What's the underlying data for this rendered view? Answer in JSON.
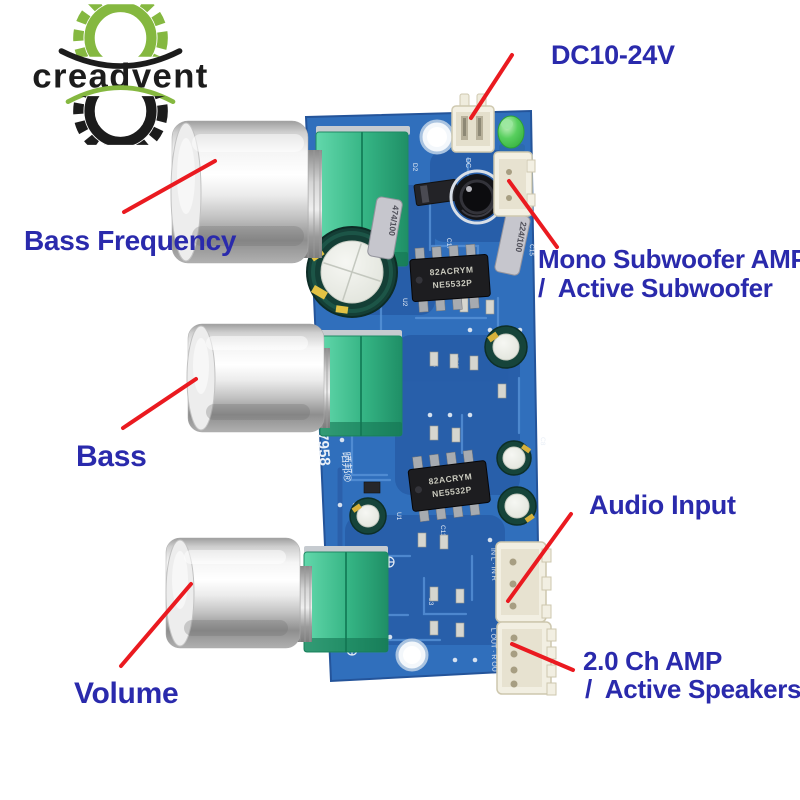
{
  "brand": {
    "logo_text": "creadvent"
  },
  "callouts": {
    "dc": "DC10-24V",
    "bass_frequency": "Bass Frequency",
    "mono_sub_line1": "Mono Subwoofer AMP",
    "mono_sub_line2": "/  Active Subwoofer",
    "bass": "Bass",
    "audio_input": "Audio Input",
    "volume": "Volume",
    "amp_line1": "2.0 Ch AMP",
    "amp_line2": "/  Active Speakers"
  },
  "board": {
    "sku": "SKU: 7958",
    "brand_mark": "晒邦®",
    "ic_top": {
      "line1": "82ACRYM",
      "line2": "NE5532P"
    },
    "ic_bottom": {
      "line1": "82ACRYM",
      "line2": "NE5532P"
    },
    "cap_top": "474/100",
    "cap_right": "224/100",
    "dc_silk": "DC",
    "conn_in_label": "IN L · IN R",
    "conn_out_label": "L OUT · R OUT",
    "refdes": [
      "D2",
      "C17",
      "C15",
      "U2",
      "R15",
      "R17",
      "C8",
      "U1",
      "C11",
      "C3"
    ]
  },
  "colors": {
    "label_text": "#2a2aac",
    "callout_line": "#ea1a20",
    "pcb_blue": "#306fbc",
    "pot_green": "#3bbd8c",
    "led_green": "#46c94e",
    "logo_green": "#85b840",
    "logo_black": "#1c1c1c"
  }
}
